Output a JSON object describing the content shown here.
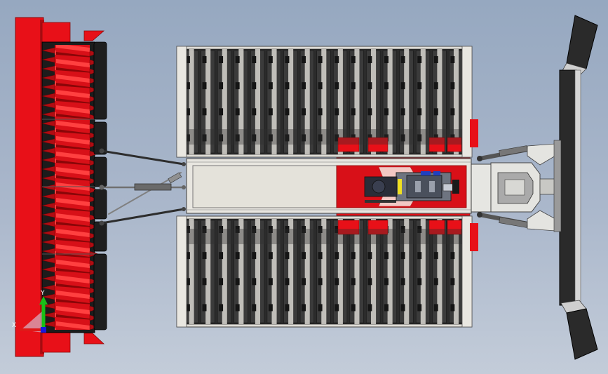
{
  "view": {
    "background": "#a7b4c8",
    "description_colors": {
      "frame_red": "#e8141c",
      "dark_gray": "#3a3a3a",
      "light_panel": "#e6e4de",
      "blade_dark": "#2a2a2a"
    }
  },
  "triad": {
    "x_label": "X",
    "y_label": "Y",
    "x_color": "#e01818",
    "y_color": "#18c018",
    "z_color": "#1818e0"
  },
  "parts": {
    "tiller": "tiller-assembly",
    "tracks_top": "track-top",
    "tracks_bottom": "track-bottom",
    "chassis": "chassis-frame",
    "engine": "engine-block",
    "blade": "front-blade"
  }
}
